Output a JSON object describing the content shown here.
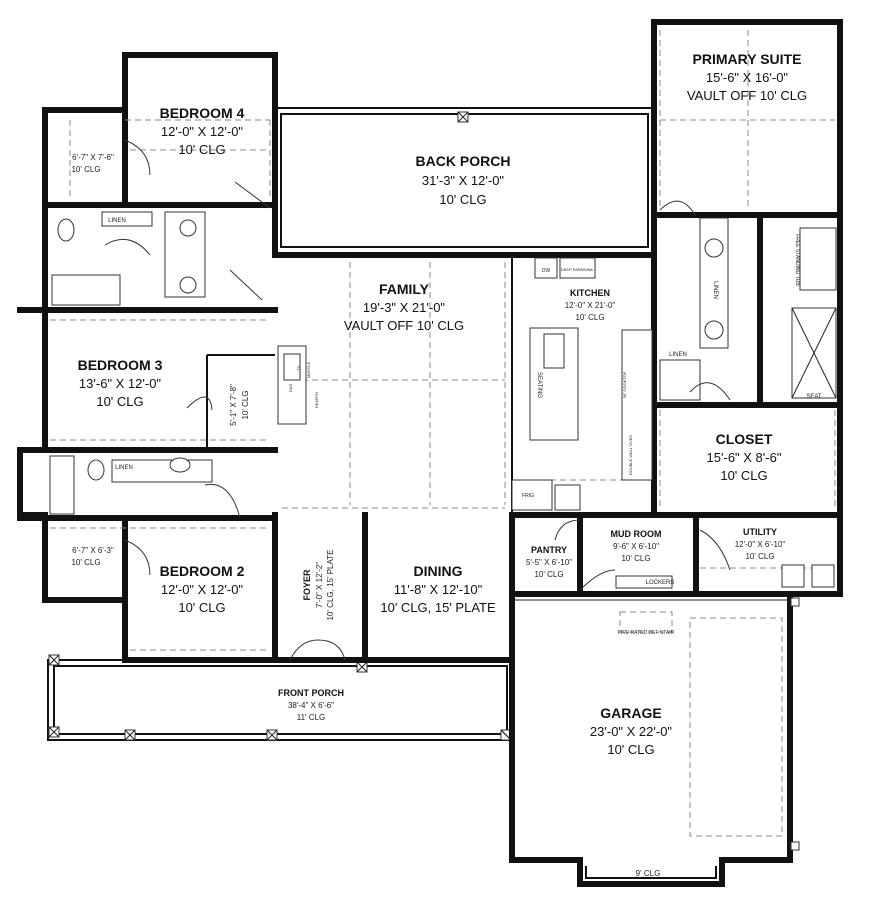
{
  "rooms": {
    "primary_suite": {
      "name": "PRIMARY SUITE",
      "dims": "15'-6\" X 16'-0\"",
      "clg": "VAULT OFF 10' CLG"
    },
    "bedroom4": {
      "name": "BEDROOM 4",
      "dims": "12'-0\" X 12'-0\"",
      "clg": "10' CLG"
    },
    "back_porch": {
      "name": "BACK PORCH",
      "dims": "31'-3\" X 12'-0\"",
      "clg": "10' CLG"
    },
    "family": {
      "name": "FAMILY",
      "dims": "19'-3\" X 21'-0\"",
      "clg": "VAULT OFF 10' CLG"
    },
    "kitchen": {
      "name": "KITCHEN",
      "dims": "12'-0\" X 21'-0\"",
      "clg": "10' CLG"
    },
    "bedroom3": {
      "name": "BEDROOM 3",
      "dims": "13'-6\" X 12'-0\"",
      "clg": "10' CLG"
    },
    "closet": {
      "name": "CLOSET",
      "dims": "15'-6\" X 8'-6\"",
      "clg": "10' CLG"
    },
    "bedroom2": {
      "name": "BEDROOM 2",
      "dims": "12'-0\" X 12'-0\"",
      "clg": "10' CLG"
    },
    "foyer": {
      "name": "FOYER",
      "dims": "7'-0\" X 12'-2\"",
      "clg": "10' CLG, 15' PLATE"
    },
    "dining": {
      "name": "DINING",
      "dims": "11'-8\" X 12'-10\"",
      "clg": "10' CLG, 15' PLATE"
    },
    "pantry": {
      "name": "PANTRY",
      "dims": "5'-5\" X 6'-10\"",
      "clg": "10' CLG"
    },
    "mud_room": {
      "name": "MUD ROOM",
      "dims": "9'-6\" X 6'-10\"",
      "clg": "10' CLG"
    },
    "utility": {
      "name": "UTILITY",
      "dims": "12'-0\" X 6'-10\"",
      "clg": "10' CLG"
    },
    "front_porch": {
      "name": "FRONT PORCH",
      "dims": "38'-4\" X 6'-6\"",
      "clg": "11' CLG"
    },
    "garage": {
      "name": "GARAGE",
      "dims": "23'-0\" X 22'-0\"",
      "clg": "10' CLG"
    }
  },
  "small_closets": {
    "bed4_closet": {
      "dims": "6'-7\" X 7'-6\"",
      "clg": "10' CLG"
    },
    "bed2_closet": {
      "dims": "6'-7\" X 6'-3\"",
      "clg": "10' CLG"
    },
    "bed3_closet": {
      "dims": "5'-1\" X 7'-8\"",
      "clg": "10' CLG"
    }
  },
  "labels": {
    "linen": "LINEN",
    "seating": "SEATING",
    "dw": "DW",
    "deep_farmsink": "DEEP FARMSINK",
    "frig": "FRIG",
    "lockers": "LOCKERS",
    "fire_rated_stair": "FIRE RATED DEF STAIR",
    "free_standing_tub": "FREE STANDING TUB",
    "seat": "SEAT",
    "garage_clg": "9' CLG",
    "hearth": "HEARTH",
    "mantle": "MANTLE",
    "gas": "GAS",
    "tv": "TV",
    "cooktop": "36\" COOKTOP",
    "double_wall_oven": "DOUBLE WALL OVEN"
  }
}
